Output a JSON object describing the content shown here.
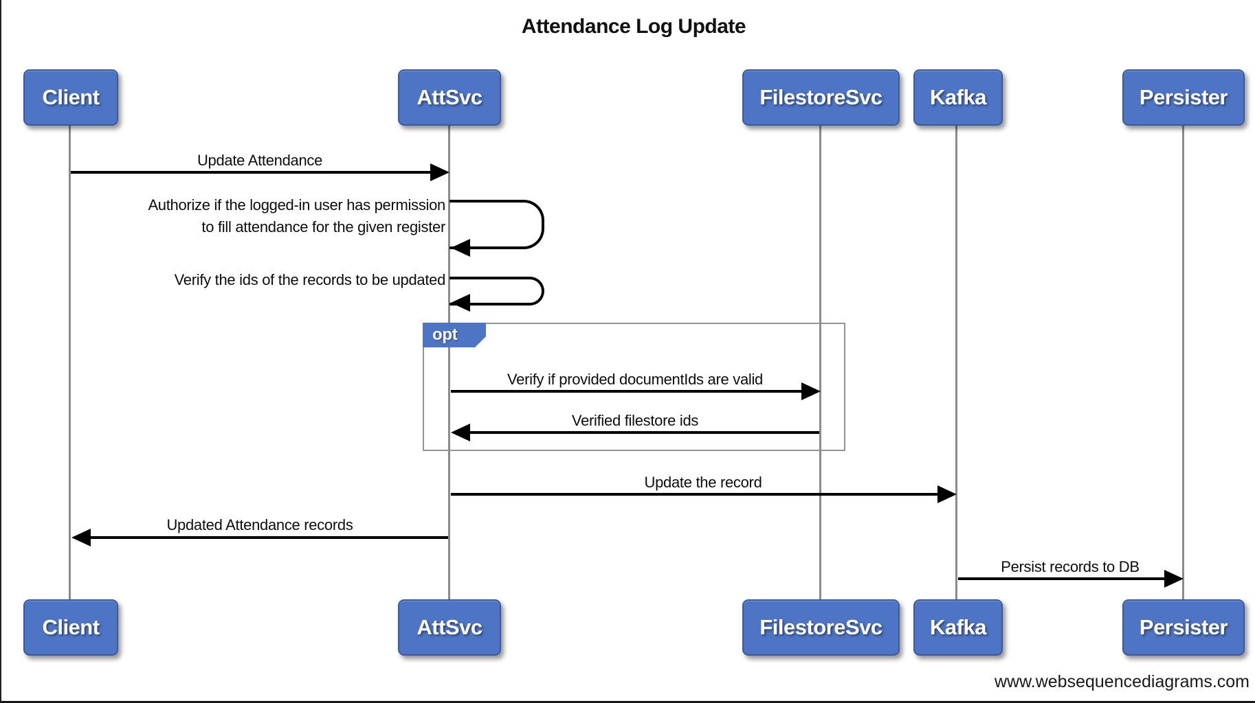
{
  "title": "Attendance Log Update",
  "footer": "www.websequencediagrams.com",
  "participants": [
    {
      "id": "client",
      "label": "Client"
    },
    {
      "id": "attsvc",
      "label": "AttSvc"
    },
    {
      "id": "filestoresvc",
      "label": "FilestoreSvc"
    },
    {
      "id": "kafka",
      "label": "Kafka"
    },
    {
      "id": "persister",
      "label": "Persister"
    }
  ],
  "fragment": {
    "type": "opt",
    "label": "opt"
  },
  "messages": [
    {
      "from": "Client",
      "to": "AttSvc",
      "type": "arrow",
      "label": "Update Attendance"
    },
    {
      "from": "AttSvc",
      "to": "AttSvc",
      "type": "self",
      "lines": [
        "Authorize if the logged-in user has permission",
        "to fill attendance for the given register"
      ]
    },
    {
      "from": "AttSvc",
      "to": "AttSvc",
      "type": "self",
      "label": "Verify the ids of the records to be updated"
    },
    {
      "from": "AttSvc",
      "to": "FilestoreSvc",
      "type": "arrow",
      "fragment": "opt",
      "label": "Verify if provided documentIds are valid"
    },
    {
      "from": "FilestoreSvc",
      "to": "AttSvc",
      "type": "arrow",
      "fragment": "opt",
      "label": "Verified filestore ids"
    },
    {
      "from": "AttSvc",
      "to": "Kafka",
      "type": "arrow",
      "label": "Update the record"
    },
    {
      "from": "AttSvc",
      "to": "Client",
      "type": "arrow",
      "label": "Updated Attendance records"
    },
    {
      "from": "Kafka",
      "to": "Persister",
      "type": "arrow",
      "label": "Persist records to DB"
    }
  ],
  "colors": {
    "actor_fill": "#4e75c5",
    "actor_border": "#3a5a9c",
    "actor_text": "#ffffff",
    "lifeline": "#8b8b8b",
    "arrow": "#000000",
    "fragment_border": "#929292",
    "fragment_tab_fill": "#4e75c5",
    "text": "#0d0d0d",
    "background": "#ffffff"
  }
}
